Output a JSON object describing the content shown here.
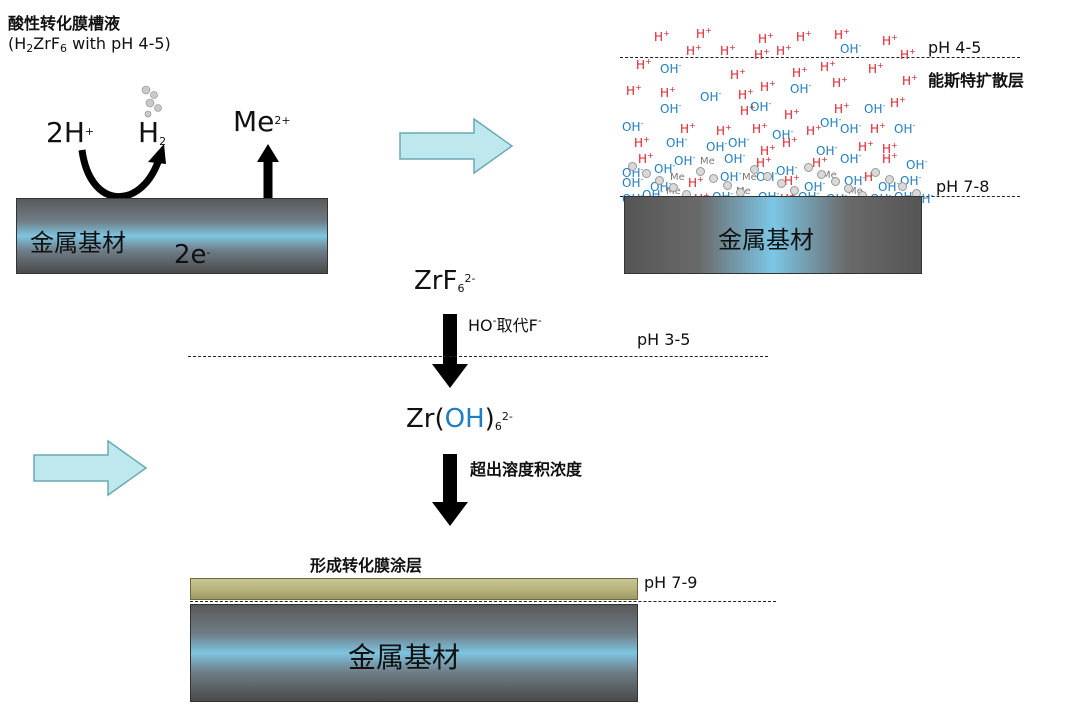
{
  "bath": {
    "title": "酸性转化膜槽液",
    "subtitle_pre": "(H",
    "sub2": "2",
    "subtitle_mid": "ZrF",
    "sub6": "6",
    "subtitle_post": " with pH 4-5)"
  },
  "reaction": {
    "h_ion": "2H",
    "h_sup": "+",
    "h2": "H",
    "h2_sub": "2",
    "me": "Me",
    "me_sup": "2+",
    "electrons": "2e",
    "e_sup": "-"
  },
  "substrate_label": "金属基材",
  "diffusion": {
    "ph_top": "pH 4-5",
    "layer_label": "能斯特扩散层",
    "ph_bottom": "pH 7-8",
    "h_plus": "H",
    "plus": "+",
    "oh": "OH",
    "minus": "-",
    "me": "Me"
  },
  "zr": {
    "zrf_main": "ZrF",
    "zrf_sub": "6",
    "zrf_sup": "2-",
    "step1": "HO",
    "step1_sup": "-",
    "step1_mid": "取代F",
    "step1_sup2": "-",
    "ph_mid": "pH 3-5",
    "zroh_pre": "Zr(",
    "zroh_oh": "OH",
    "zroh_post": ")",
    "zroh_sub": "6",
    "zroh_sup": "2-",
    "step2": "超出溶度积浓度"
  },
  "coating": {
    "label": "形成转化膜涂层",
    "ph": "pH 7-9"
  },
  "colors": {
    "h_plus": "#e0202a",
    "oh": "#1f7ec0",
    "oh_zr": "#1f7ec0",
    "film": "#bdb780",
    "arrow_fill": "#bfe8ee"
  }
}
